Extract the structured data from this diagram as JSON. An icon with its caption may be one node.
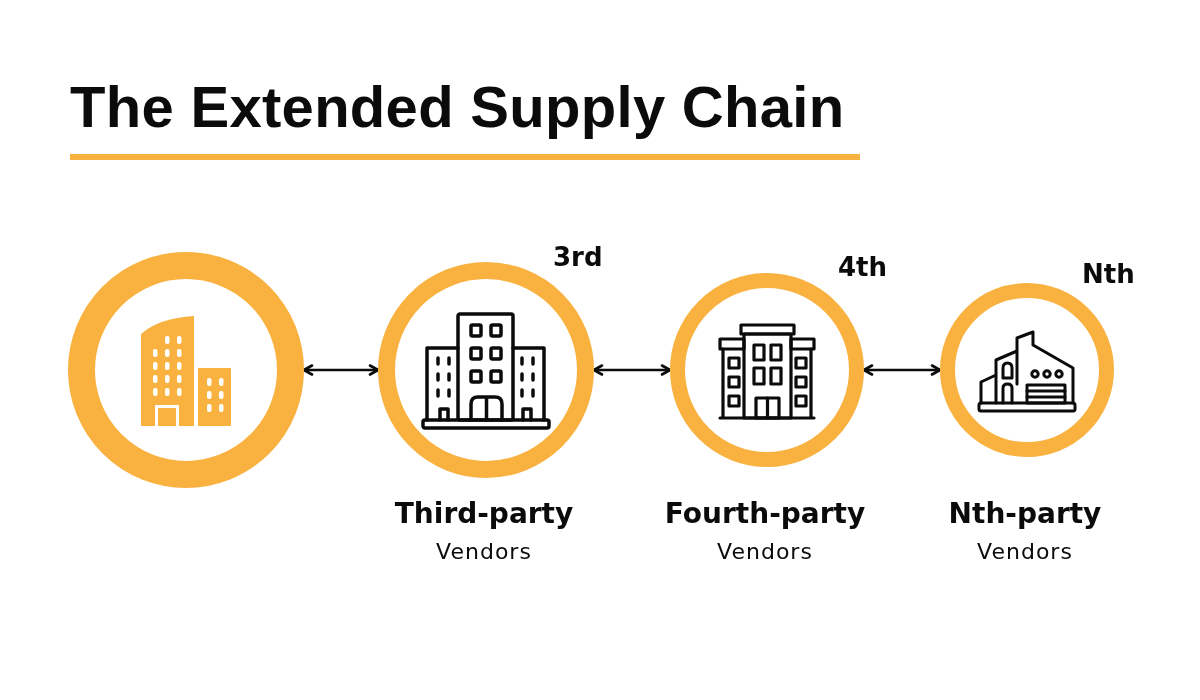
{
  "diagram": {
    "title": "The Extended Supply Chain",
    "nodes": [
      {
        "text": [],
        "shape": "circle"
      },
      {
        "text": [
          "Third-party",
          "Vendors"
        ],
        "beside": [
          "3rd"
        ]
      },
      {
        "text": [
          "Fourth-party",
          "Vendors"
        ],
        "beside": [
          "4th"
        ]
      },
      {
        "text": [
          "Nth-party",
          "Vendors"
        ],
        "beside": [
          "Nth"
        ]
      }
    ],
    "edges": [
      {
        "from": 0,
        "to": 1,
        "arrow": "both"
      },
      {
        "from": 1,
        "to": 2,
        "arrow": "both"
      },
      {
        "from": 2,
        "to": 3,
        "arrow": "both"
      }
    ]
  }
}
